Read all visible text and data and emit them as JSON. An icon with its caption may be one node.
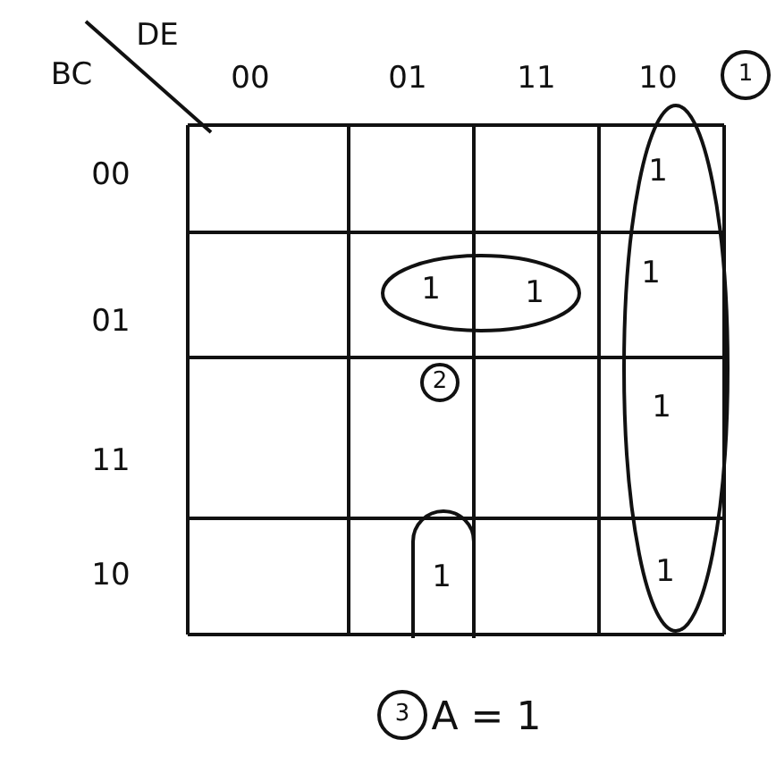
{
  "diagram": {
    "nodes": [
      {
        "text": [
          "1",
          "1",
          "1",
          "1"
        ]
      },
      {
        "text": [
          "1"
        ]
      },
      {
        "text": [
          "1",
          "1"
        ]
      },
      {
        "text": [
          "2"
        ]
      },
      {
        "text": [
          "1"
        ]
      },
      {
        "text": [
          "3"
        ]
      }
    ],
    "labels": [
      "DE",
      "BC",
      "00",
      "01",
      "11",
      "10",
      "00",
      "01",
      "11",
      "10",
      "A = 1"
    ]
  }
}
